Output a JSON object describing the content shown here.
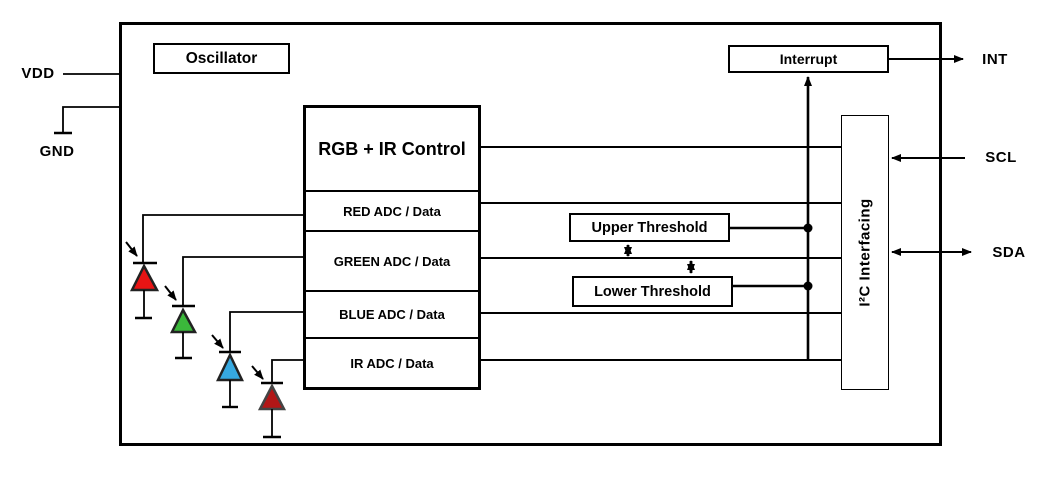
{
  "blocks": {
    "oscillator": "Oscillator",
    "control_title": "RGB + IR Control",
    "adc_rows": [
      "RED ADC / Data",
      "GREEN ADC / Data",
      "BLUE ADC / Data",
      "IR ADC / Data"
    ],
    "upper_threshold": "Upper Threshold",
    "lower_threshold": "Lower Threshold",
    "interrupt": "Interrupt",
    "i2c_interfacing": "I²C Interfacing"
  },
  "pins": {
    "vdd": "VDD",
    "gnd": "GND",
    "int": "INT",
    "scl": "SCL",
    "sda": "SDA"
  },
  "photodiodes": [
    {
      "id": "red-photodiode",
      "color": "#e81414"
    },
    {
      "id": "green-photodiode",
      "color": "#3bb83b"
    },
    {
      "id": "blue-photodiode",
      "color": "#36a9e1"
    },
    {
      "id": "ir-photodiode",
      "color": "#b21717"
    }
  ],
  "colors": {
    "line": "#000000",
    "background": "#ffffff"
  }
}
